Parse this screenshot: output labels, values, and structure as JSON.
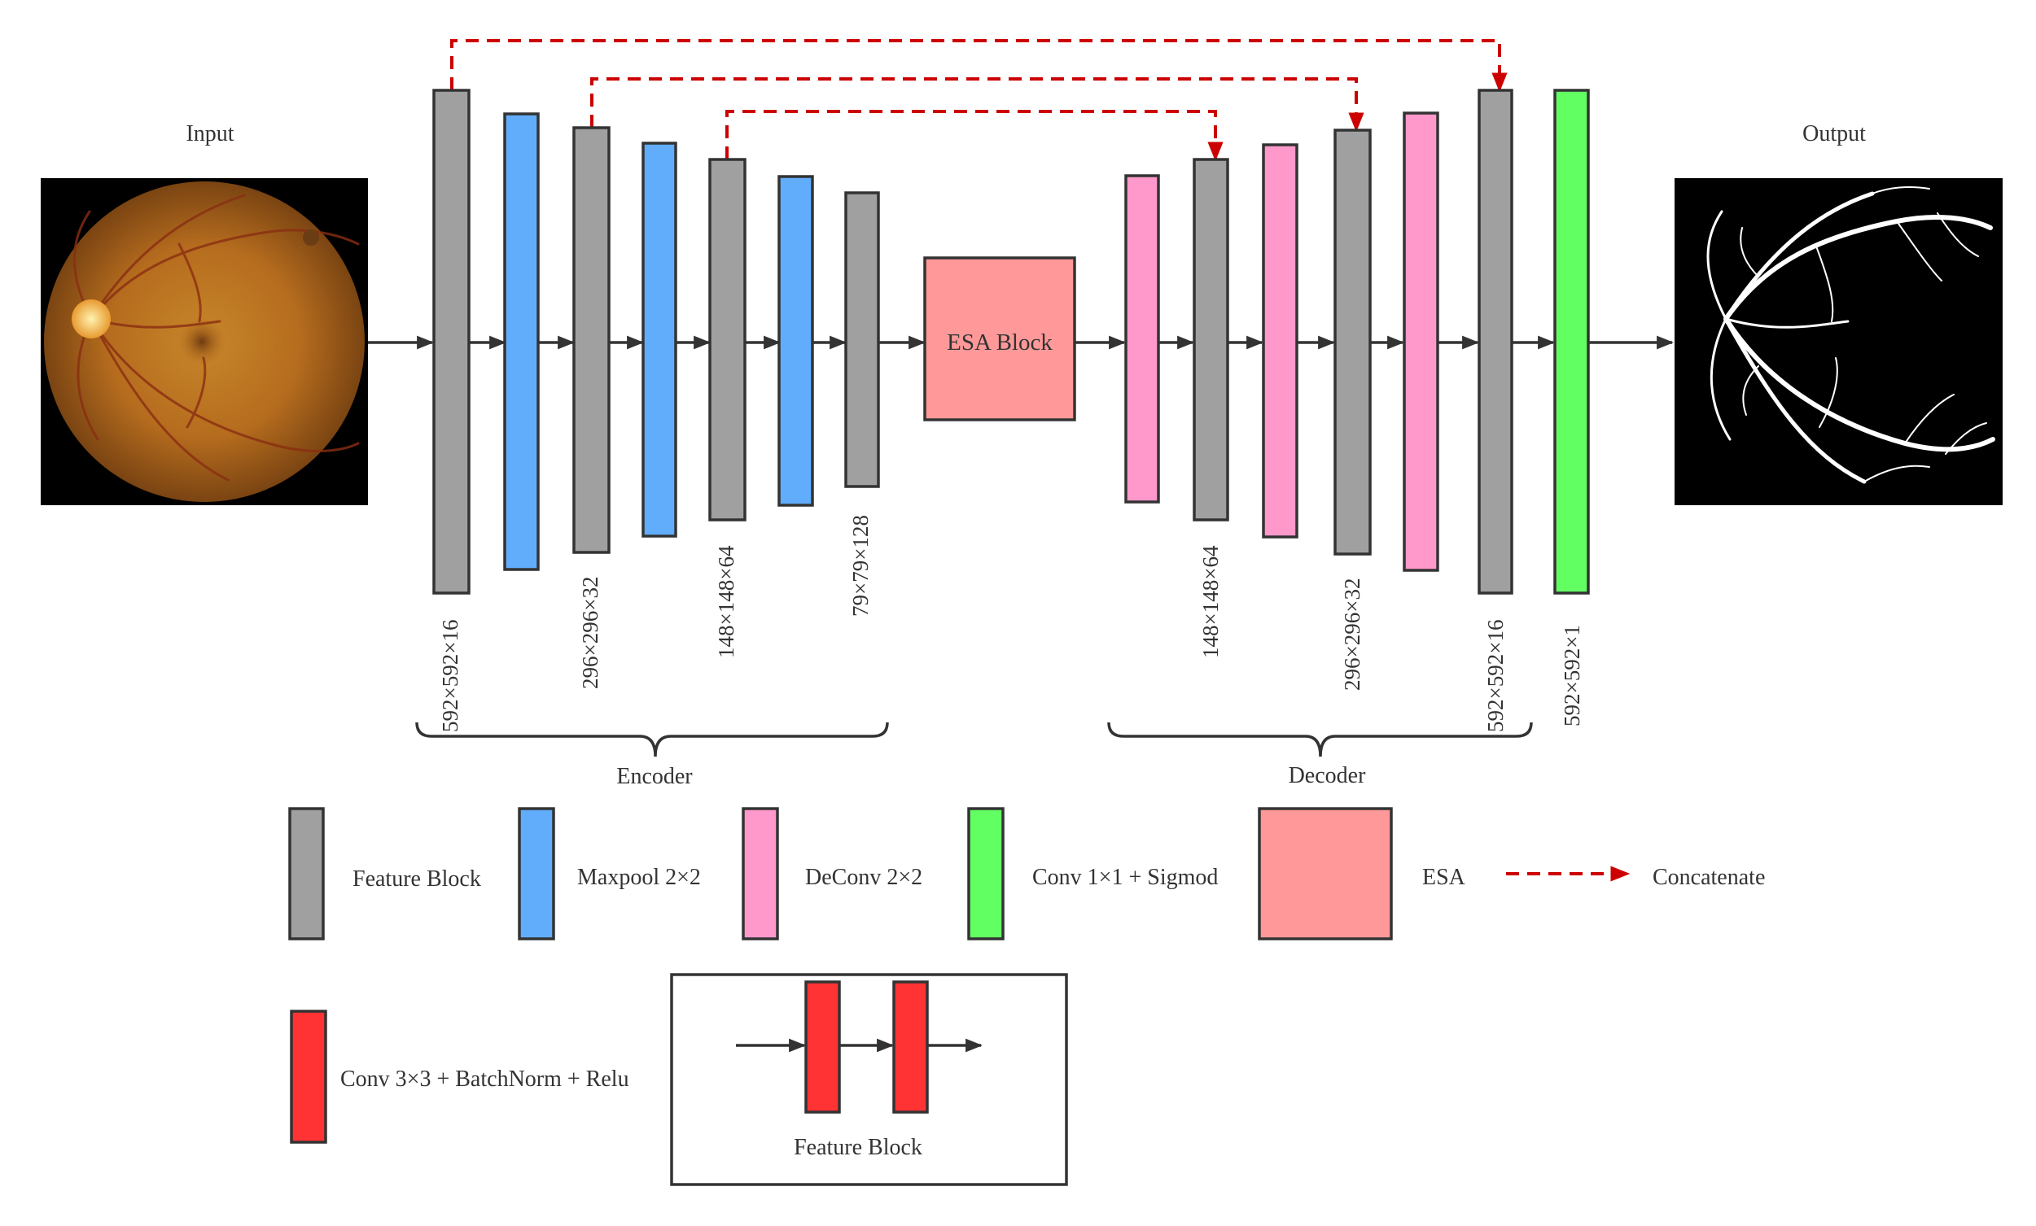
{
  "labels": {
    "input": "Input",
    "output": "Output",
    "esa_block": "ESA Block",
    "encoder": "Encoder",
    "decoder": "Decoder"
  },
  "dims": {
    "enc_1": "592×592×16",
    "enc_2": "296×296×32",
    "enc_3": "148×148×64",
    "enc_4": "79×79×128",
    "dec_1": "148×148×64",
    "dec_2": "296×296×32",
    "dec_3": "592×592×16",
    "out": "592×592×1"
  },
  "legend": {
    "feature_block": "Feature Block",
    "maxpool": "Maxpool 2×2",
    "deconv": "DeConv 2×2",
    "conv1x1": "Conv 1×1 + Sigmod",
    "esa": "ESA",
    "concatenate": "Concatenate",
    "conv3x3": "Conv 3×3 + BatchNorm + Relu",
    "feature_block_caption": "Feature Block"
  },
  "colors": {
    "feature_block": "#a0a0a0",
    "maxpool": "#62adfb",
    "deconv": "#ff99cc",
    "conv1x1": "#62ff62",
    "esa": "#ff9999",
    "conv3x3": "#ff3333",
    "concatenate": "#cc0000",
    "stroke": "#333333"
  }
}
